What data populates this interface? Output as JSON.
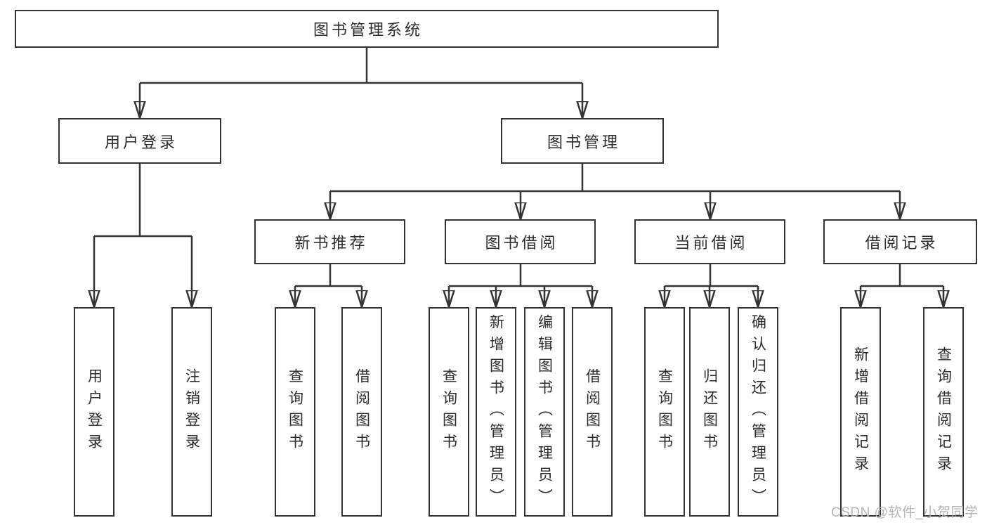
{
  "tree": {
    "root": {
      "label": "图书管理系统"
    },
    "branches": [
      {
        "label": "用户登录",
        "children": [
          {
            "label": "用户登录"
          },
          {
            "label": "注销登录"
          }
        ]
      },
      {
        "label": "图书管理",
        "groups": [
          {
            "label": "新书推荐",
            "children": [
              {
                "label": "查询图书"
              },
              {
                "label": "借阅图书"
              }
            ]
          },
          {
            "label": "图书借阅",
            "children": [
              {
                "label": "查询图书"
              },
              {
                "label": "新增图书（管理员）"
              },
              {
                "label": "编辑图书（管理员）"
              },
              {
                "label": "借阅图书"
              }
            ]
          },
          {
            "label": "当前借阅",
            "children": [
              {
                "label": "查询图书"
              },
              {
                "label": "归还图书"
              },
              {
                "label": "确认归还（管理员）"
              }
            ]
          },
          {
            "label": "借阅记录",
            "children": [
              {
                "label": "新增借阅记录"
              },
              {
                "label": "查询借阅记录"
              }
            ]
          }
        ]
      }
    ]
  },
  "watermark": {
    "text": "CSDN @软件_小贺同学"
  },
  "colors": {
    "line": "#333333",
    "border": "#333333",
    "text": "#2b2b2b",
    "watermark": "#b5b5b5",
    "background": "#ffffff"
  }
}
